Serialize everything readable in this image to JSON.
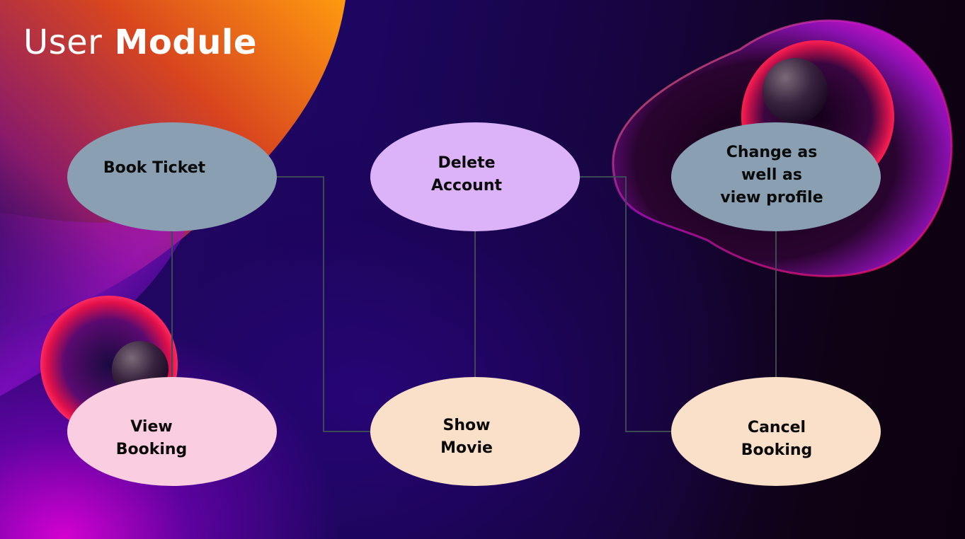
{
  "title": {
    "light": "User",
    "bold": "Module"
  },
  "diagram": {
    "nodes": {
      "book_ticket": {
        "label": "Book Ticket",
        "color": "#8aa0b2"
      },
      "delete_account": {
        "label": "Delete\nAccount",
        "color": "#dcb2f8"
      },
      "change_profile": {
        "label": "Change as\nwell as\nview profile",
        "color": "#8aa0b2"
      },
      "view_booking": {
        "label": "View\nBooking",
        "color": "#fbcde0"
      },
      "show_movie": {
        "label": "Show\nMovie",
        "color": "#fae0c8"
      },
      "cancel_booking": {
        "label": "Cancel\nBooking",
        "color": "#fae0c8"
      }
    },
    "connectors": [
      {
        "from": "book_ticket",
        "to": "view_booking"
      },
      {
        "from": "book_ticket",
        "to": "show_movie"
      },
      {
        "from": "delete_account",
        "to": "show_movie"
      },
      {
        "from": "delete_account",
        "to": "cancel_booking"
      },
      {
        "from": "change_profile",
        "to": "cancel_booking"
      }
    ],
    "connector_color": "#3d4a56"
  }
}
